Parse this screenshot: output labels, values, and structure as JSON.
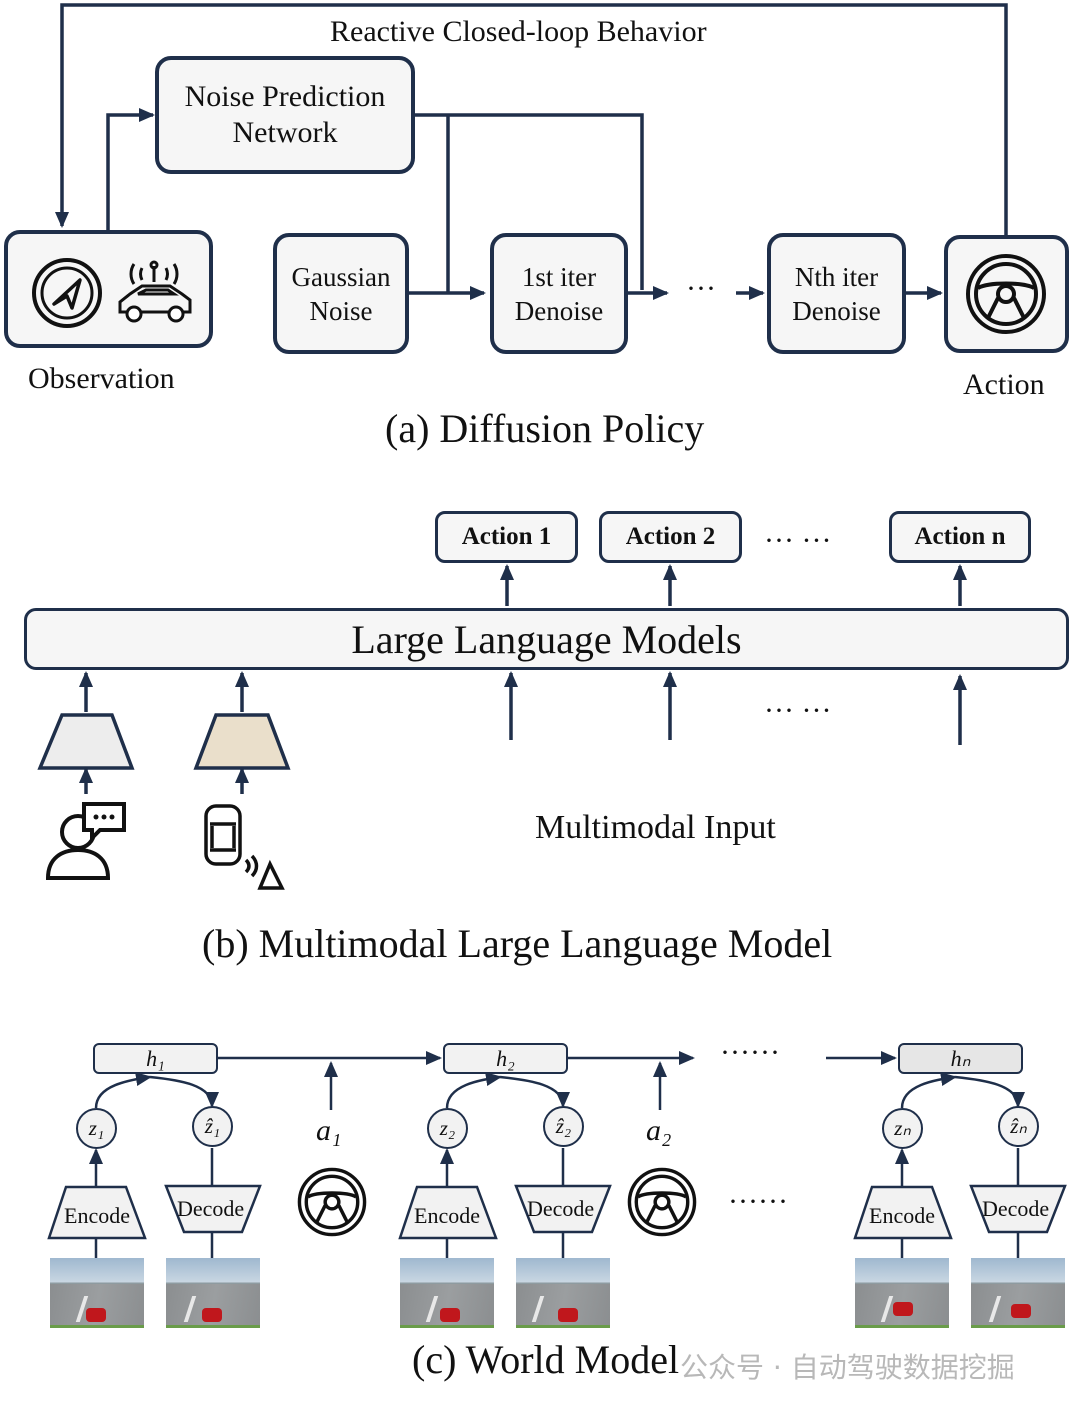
{
  "panel_a": {
    "loop_label": "Reactive Closed-loop Behavior",
    "noise_prediction": "Noise Prediction Network",
    "gaussian": "Gaussian Noise",
    "first_iter": "1st iter Denoise",
    "nth_iter": "Nth iter Denoise",
    "ellipsis": "···",
    "observation": "Observation",
    "action": "Action",
    "caption": "(a) Diffusion Policy"
  },
  "panel_b": {
    "actions": [
      "Action 1",
      "Action 2",
      "Action n"
    ],
    "ellipsis": "··· ···",
    "llm": "Large Language Models",
    "multimodal_input": "Multimodal Input",
    "caption": "(b) Multimodal Large Language Model"
  },
  "panel_c": {
    "h_labels": [
      "h₁",
      "h₂",
      "hₙ"
    ],
    "z_labels": [
      "z₁",
      "z₂",
      "zₙ"
    ],
    "zhat_labels": [
      "ẑ₁",
      "ẑ₂",
      "ẑₙ"
    ],
    "a_labels": [
      "a₁",
      "a₂"
    ],
    "encode": "Encode",
    "decode": "Decode",
    "ellipsis": "······",
    "caption": "(c) World Model"
  },
  "watermark": "公众号 · 自动驾驶数据挖掘",
  "colors": {
    "stroke": "#1f2f4a",
    "box_fill": "#f6f6f6",
    "trap_gray": "#ededed",
    "trap_tan": "#eadfcb"
  }
}
